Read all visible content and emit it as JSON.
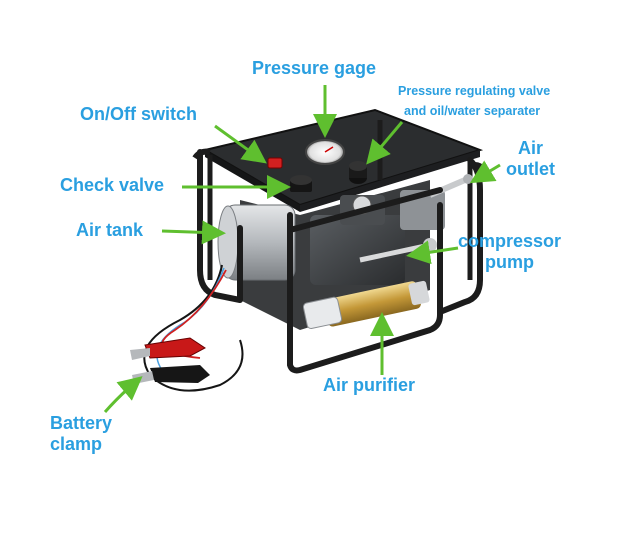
{
  "labels": {
    "pressure_gage": "Pressure gage",
    "regulating_valve_line1": "Pressure regulating valve",
    "regulating_valve_line2": "and oil/water separater",
    "on_off_switch": "On/Off switch",
    "air_outlet_line1": "Air",
    "air_outlet_line2": "outlet",
    "check_valve": "Check valve",
    "air_tank": "Air tank",
    "compressor_line1": "compressor",
    "compressor_line2": "pump",
    "air_purifier": "Air purifier",
    "battery_line1": "Battery",
    "battery_line2": "clamp"
  },
  "colors": {
    "label_text": "#2a9fe0",
    "arrow": "#5fbf2f",
    "frame": "#1c1c1c",
    "tank": "#b8bcc0",
    "purifier": "#c8a040",
    "cable_red": "#d02020",
    "cable_black": "#151515",
    "cable_blue": "#4aa0e0"
  }
}
